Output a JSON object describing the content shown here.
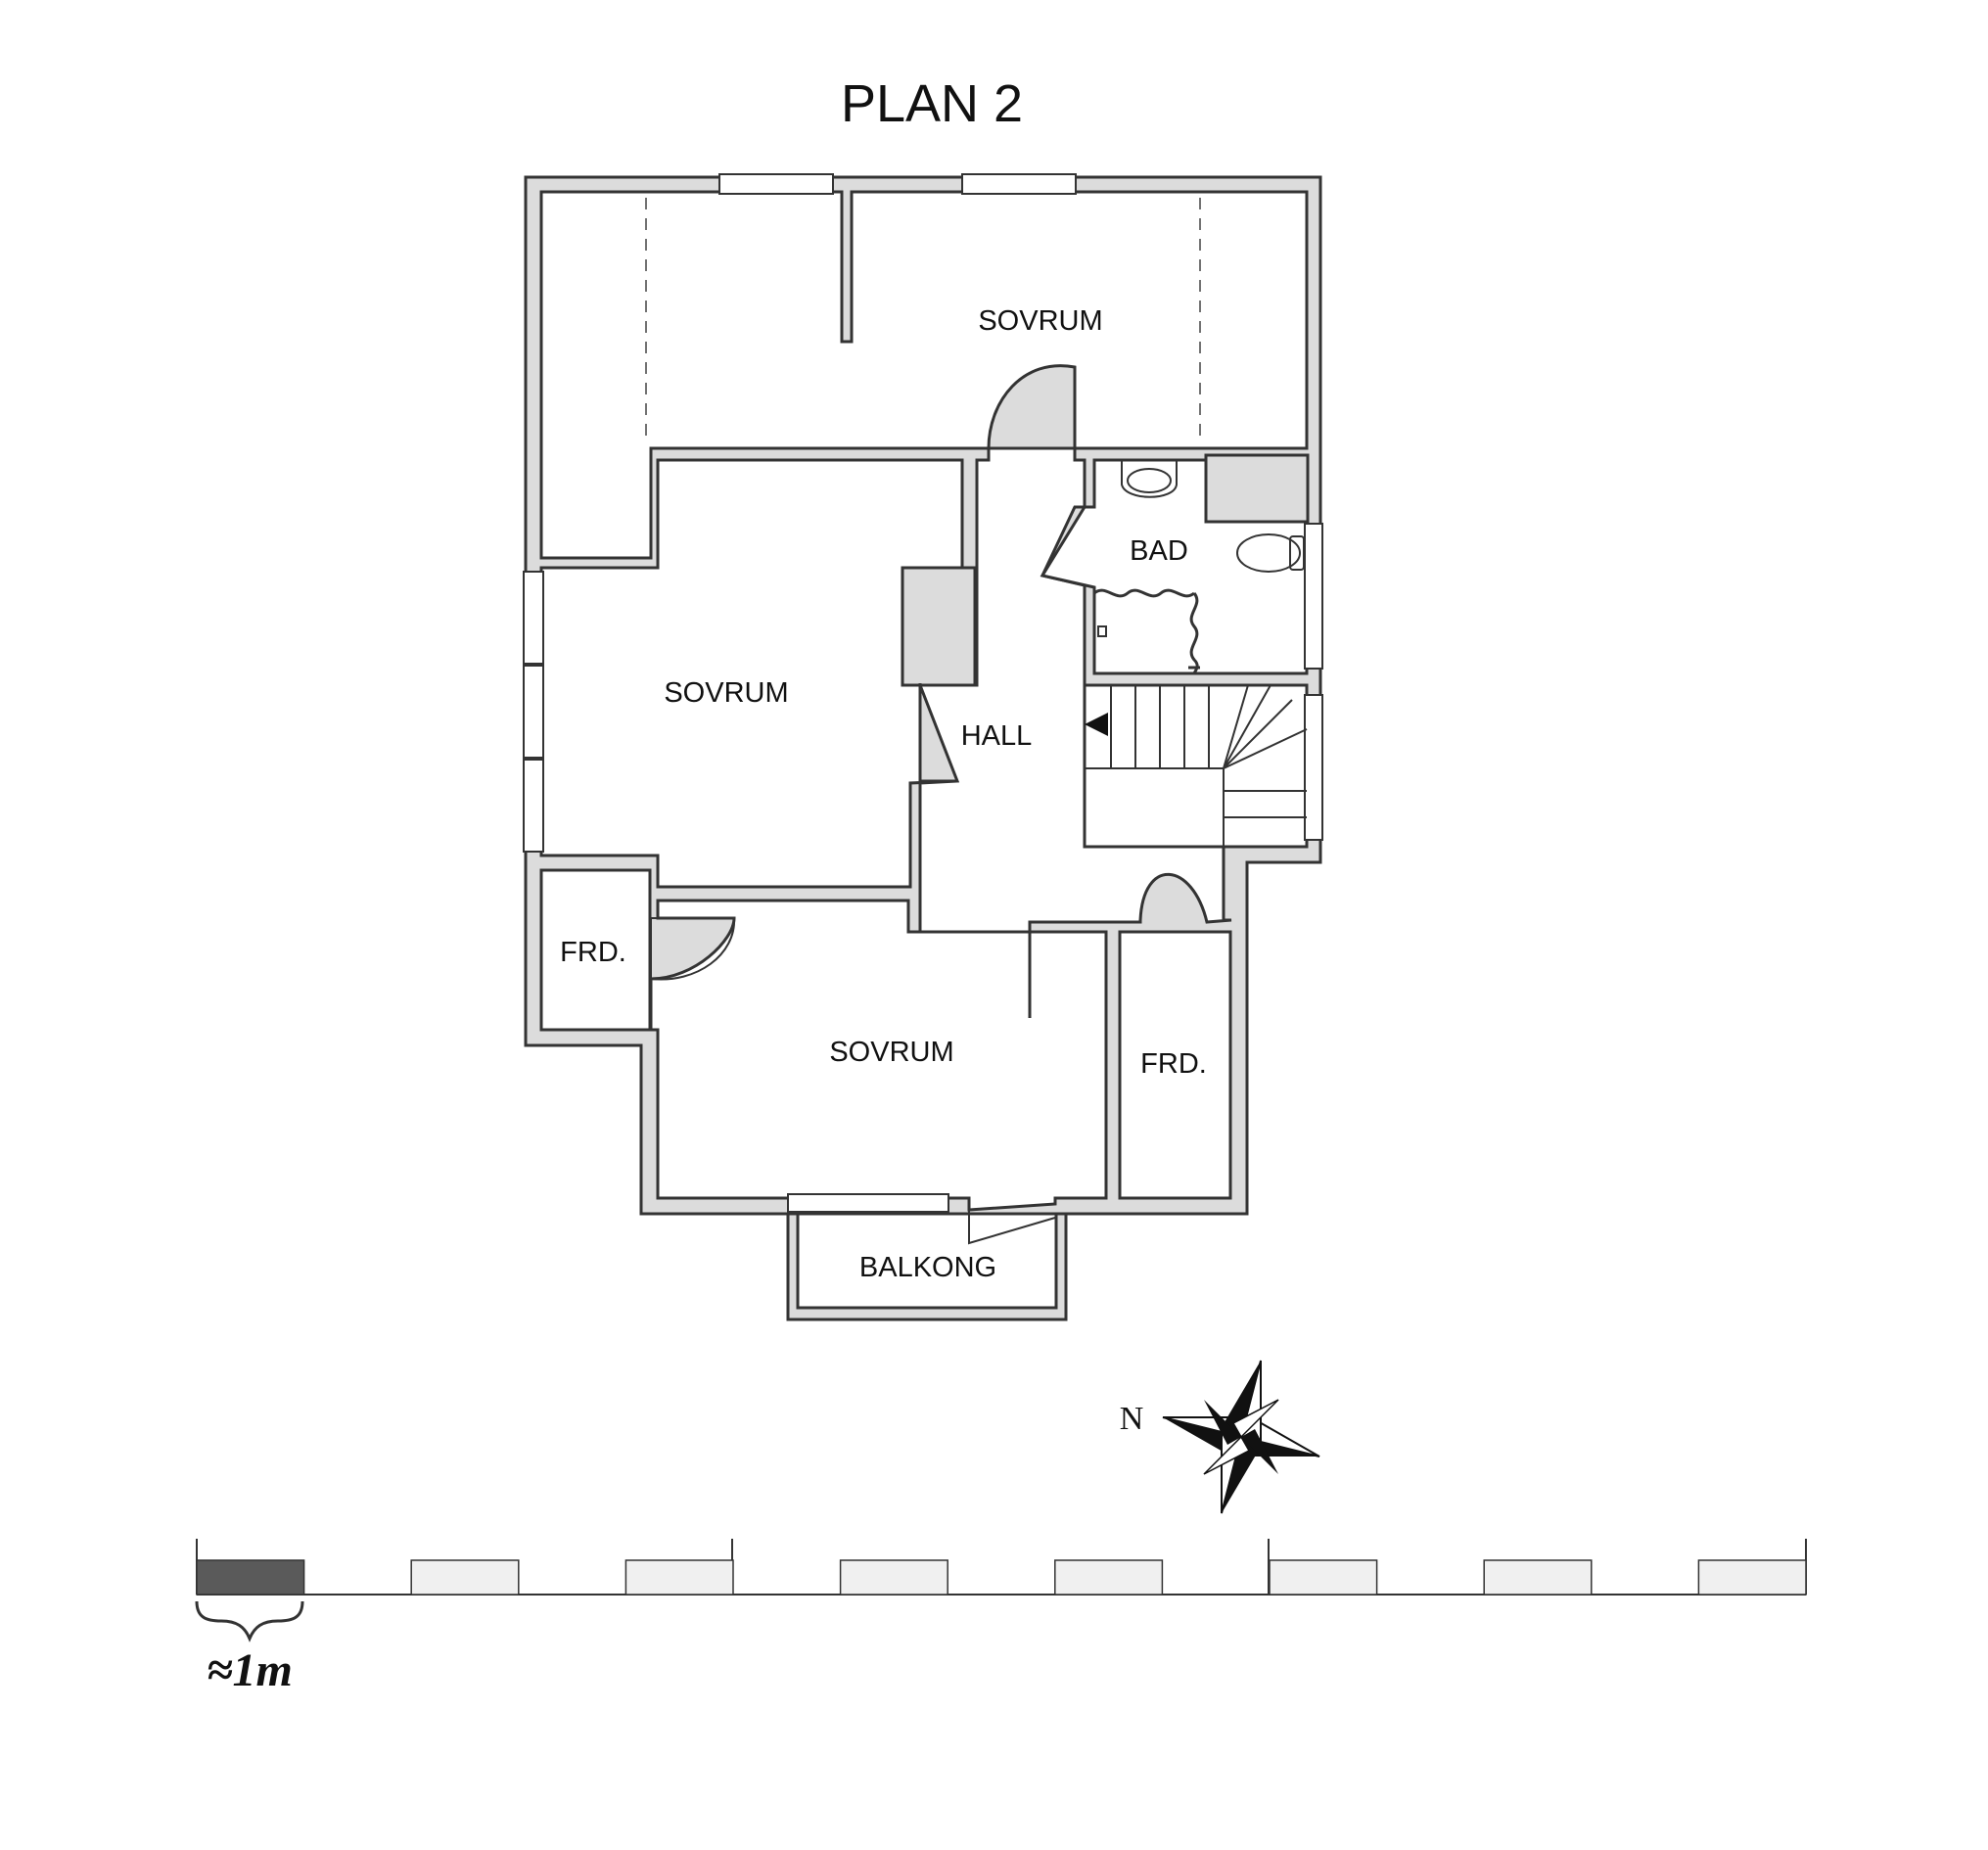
{
  "title": "PLAN 2",
  "rooms": {
    "sovrum_top": "SOVRUM",
    "sovrum_left": "SOVRUM",
    "sovrum_bottom": "SOVRUM",
    "hall": "HALL",
    "bad": "BAD",
    "frd_left": "FRD.",
    "frd_right": "FRD.",
    "balkong": "BALKONG"
  },
  "compass": {
    "label": "N"
  },
  "scale": {
    "label": "≈1m",
    "segments": 15
  },
  "colors": {
    "wall_fill": "#dcdcdc",
    "line": "#333333",
    "scale_dark": "#5a5a5a",
    "scale_light": "#f0f0f0"
  }
}
